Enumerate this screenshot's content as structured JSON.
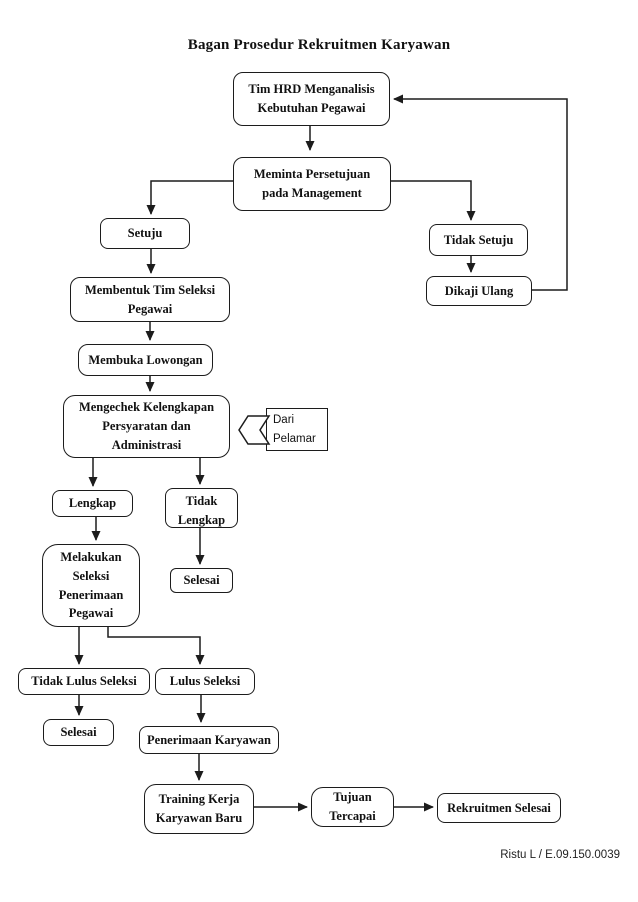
{
  "title": "Bagan Prosedur Rekruitmen Karyawan",
  "footer": "Ristu L / E.09.150.0039",
  "colors": {
    "line": "#1c1c1c",
    "box_fill": "#ffffff",
    "text": "#111111"
  },
  "nodes": {
    "tim_hrd": "Tim HRD Menganalisis\nKebutuhan Pegawai",
    "meminta": "Meminta Persetujuan\npada Management",
    "setuju": "Setuju",
    "tidak_setuju": "Tidak Setuju",
    "membentuk": "Membentuk Tim Seleksi\nPegawai",
    "dikaji_ulang": "Dikaji Ulang",
    "membuka": "Membuka Lowongan",
    "mengechek": "Mengechek Kelengkapan\nPersyaratan dan\nAdministrasi",
    "dari_pelamar": "Dari\nPelamar",
    "lengkap": "Lengkap",
    "tidak_lengkap": "Tidak\nLengkap",
    "melakukan": "Melakukan\nSeleksi\nPenerimaan\nPegawai",
    "selesai_1": "Selesai",
    "tidak_lulus": "Tidak Lulus Seleksi",
    "lulus": "Lulus Seleksi",
    "selesai_2": "Selesai",
    "penerimaan": "Penerimaan Karyawan",
    "training": "Training Kerja\nKaryawan Baru",
    "tujuan": "Tujuan\nTercapai",
    "rekruitmen": "Rekruitmen Selesai"
  }
}
